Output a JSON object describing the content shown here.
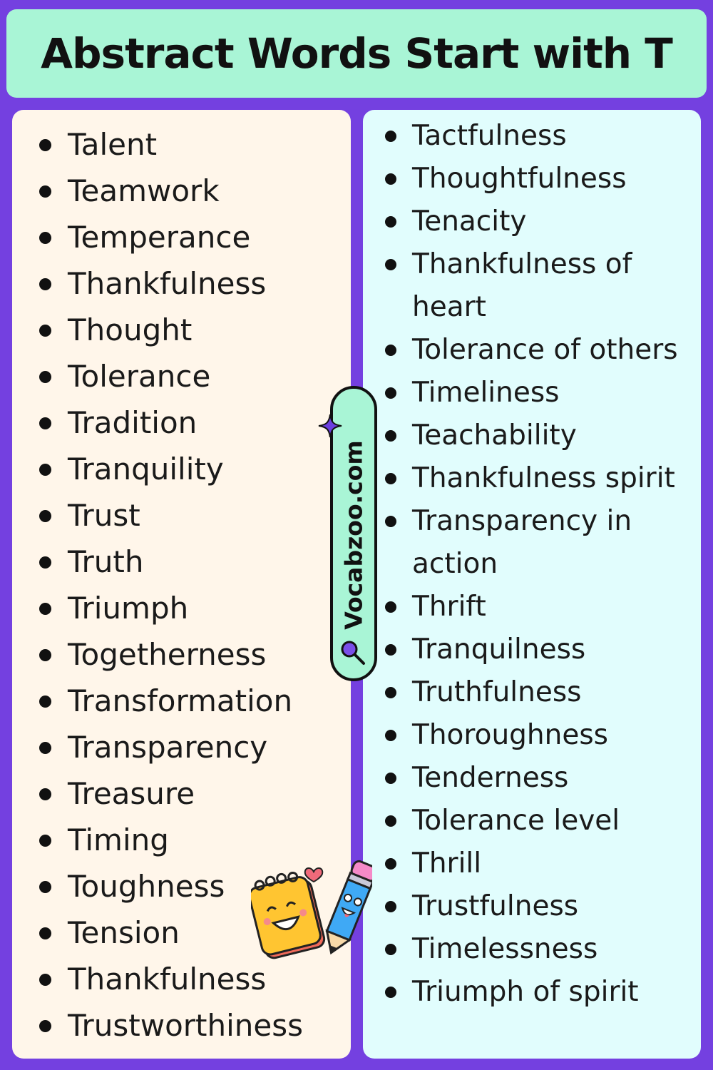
{
  "title": "Abstract Words Start with T",
  "brand": "Vocabzoo.com",
  "left_words": [
    "Talent",
    "Teamwork",
    "Temperance",
    "Thankfulness",
    "Thought",
    "Tolerance",
    "Tradition",
    "Tranquility",
    "Trust",
    "Truth",
    "Triumph",
    "Togetherness",
    "Transformation",
    "Transparency",
    "Treasure",
    "Timing",
    "Toughness",
    "Tension",
    "Thankfulness",
    "Trustworthiness"
  ],
  "right_words": [
    "Tactfulness",
    "Thoughtfulness",
    "Tenacity",
    "Thankfulness of heart",
    "Tolerance of others",
    "Timeliness",
    "Teachability",
    "Thankfulness spirit",
    "Transparency in action",
    "Thrift",
    "Tranquilness",
    "Truthfulness",
    "Thoroughness",
    "Tenderness",
    "Tolerance level",
    "Thrill",
    "Trustfulness",
    "Timelessness",
    "Triumph of spirit"
  ],
  "colors": {
    "background": "#7440e0",
    "title_box": "#a9f5d6",
    "left_panel": "#fff6ea",
    "right_panel": "#e1fdfd",
    "badge": "#a9f5d6"
  },
  "icons": [
    "sparkle-icon",
    "magnifier-icon",
    "notepad-pencil-sticker-icon"
  ]
}
